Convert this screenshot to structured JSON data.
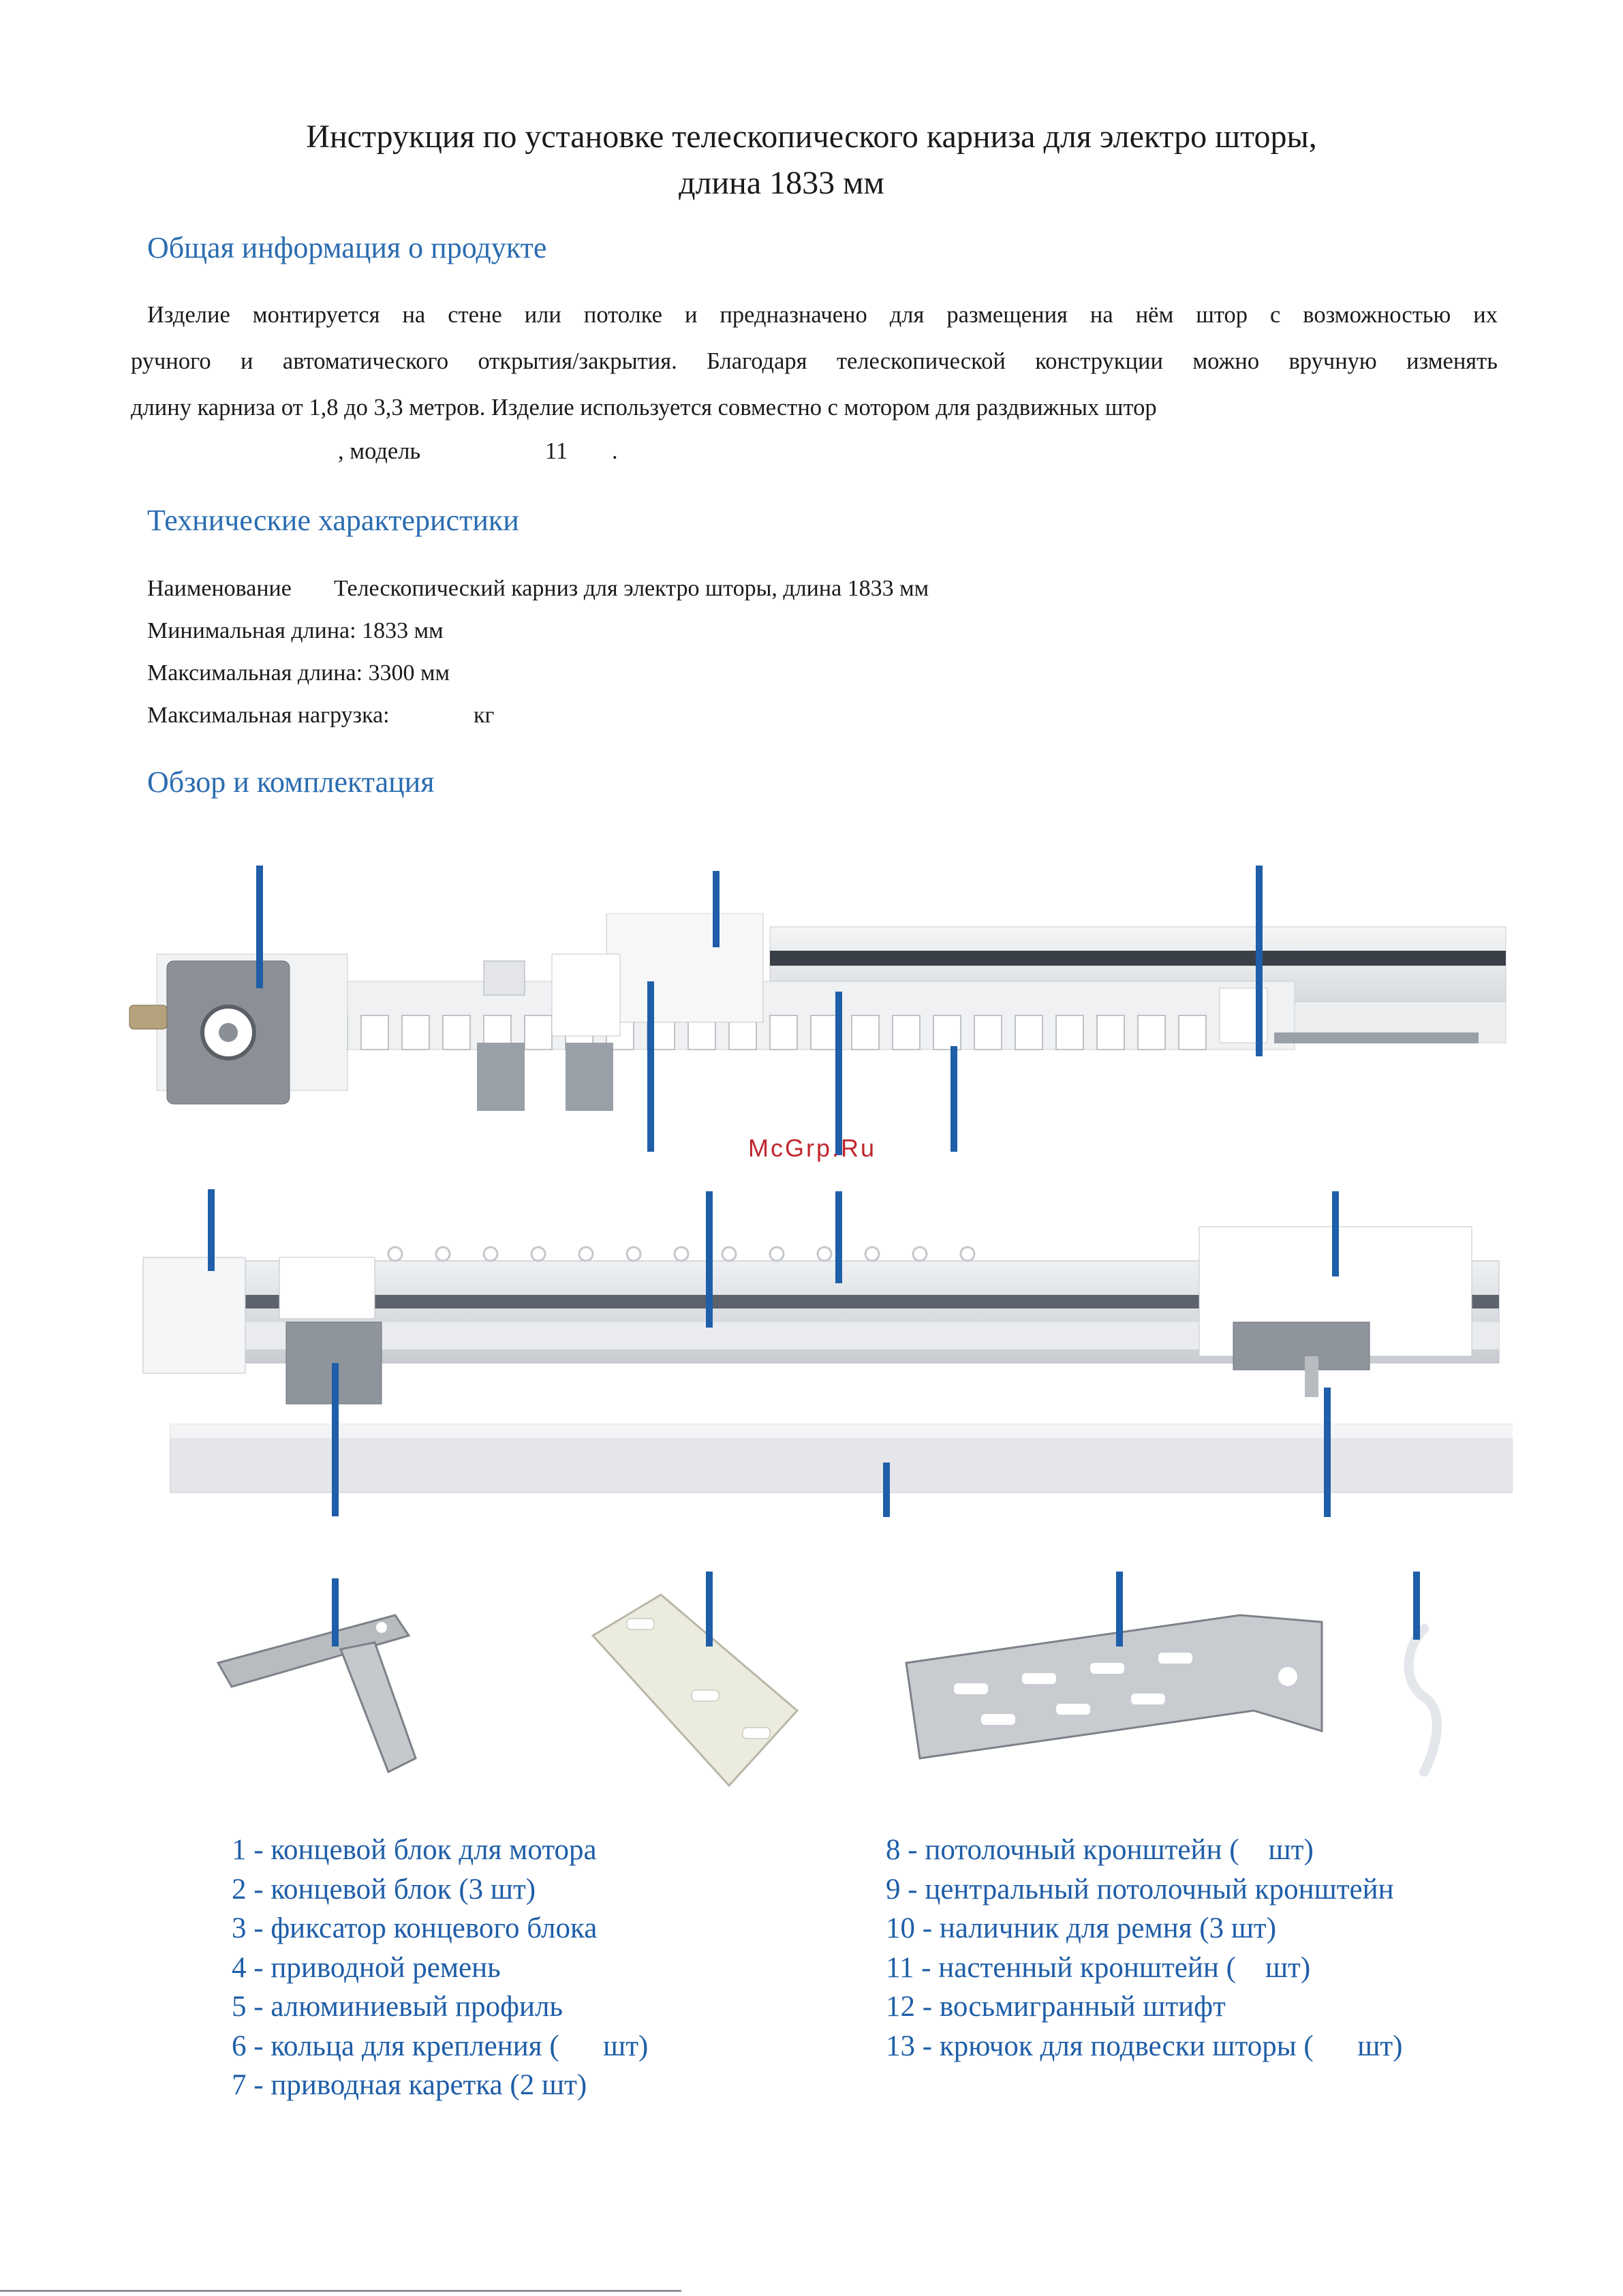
{
  "document": {
    "title_line1": "Инструкция по установке телескопического карниза для электро шторы,",
    "title_line2": "длина 1833 мм"
  },
  "sections": {
    "general": {
      "heading": "Общая информация о продукте",
      "para_line1": "Изделие монтируется на стене или потолке и предназначено для размещения на нём штор с возможностью их",
      "para_line2": "ручного и автоматического открытия/закрытия. Благодаря телескопической конструкции можно вручную изменять",
      "para_line3": "длину карниза от 1,8 до 3,3 метров. Изделие используется совместно с мотором для раздвижных штор",
      "model_label": ", модель",
      "model_number": "11",
      "model_end": "."
    },
    "specs": {
      "heading": "Технические характеристики",
      "name_label": "Наименование",
      "name_value": "Телескопический карниз для электро шторы, длина 1833 мм",
      "min_length": "Минимальная длина: 1833 мм",
      "max_length": "Максимальная длина: 3300 мм",
      "max_load_label": "Максимальная нагрузка:",
      "max_load_unit": "кг"
    },
    "overview": {
      "heading": "Обзор и комплектация"
    }
  },
  "watermark": "McGrp.Ru",
  "parts_left": [
    "1 - концевой блок для мотора",
    "2 - концевой блок (3 шт)",
    "3 - фиксатор концевого блока",
    "4 - приводной ремень",
    "5 - алюминиевый профиль",
    "6 - кольца для крепления (      шт)",
    "7 - приводная каретка (2 шт)"
  ],
  "parts_right": [
    "8 - потолочный кронштейн (    шт)",
    "9 - центральный потолочный кронштейн",
    "10 - наличник для ремня (3 шт)",
    "11 - настенный кронштейн (    шт)",
    "12 - восьмигранный штифт",
    "13 - крючок для подвески шторы (      шт)"
  ],
  "colors": {
    "heading": "#2a6cb0",
    "callout": "#1f5ea8",
    "watermark": "#c0262d"
  }
}
